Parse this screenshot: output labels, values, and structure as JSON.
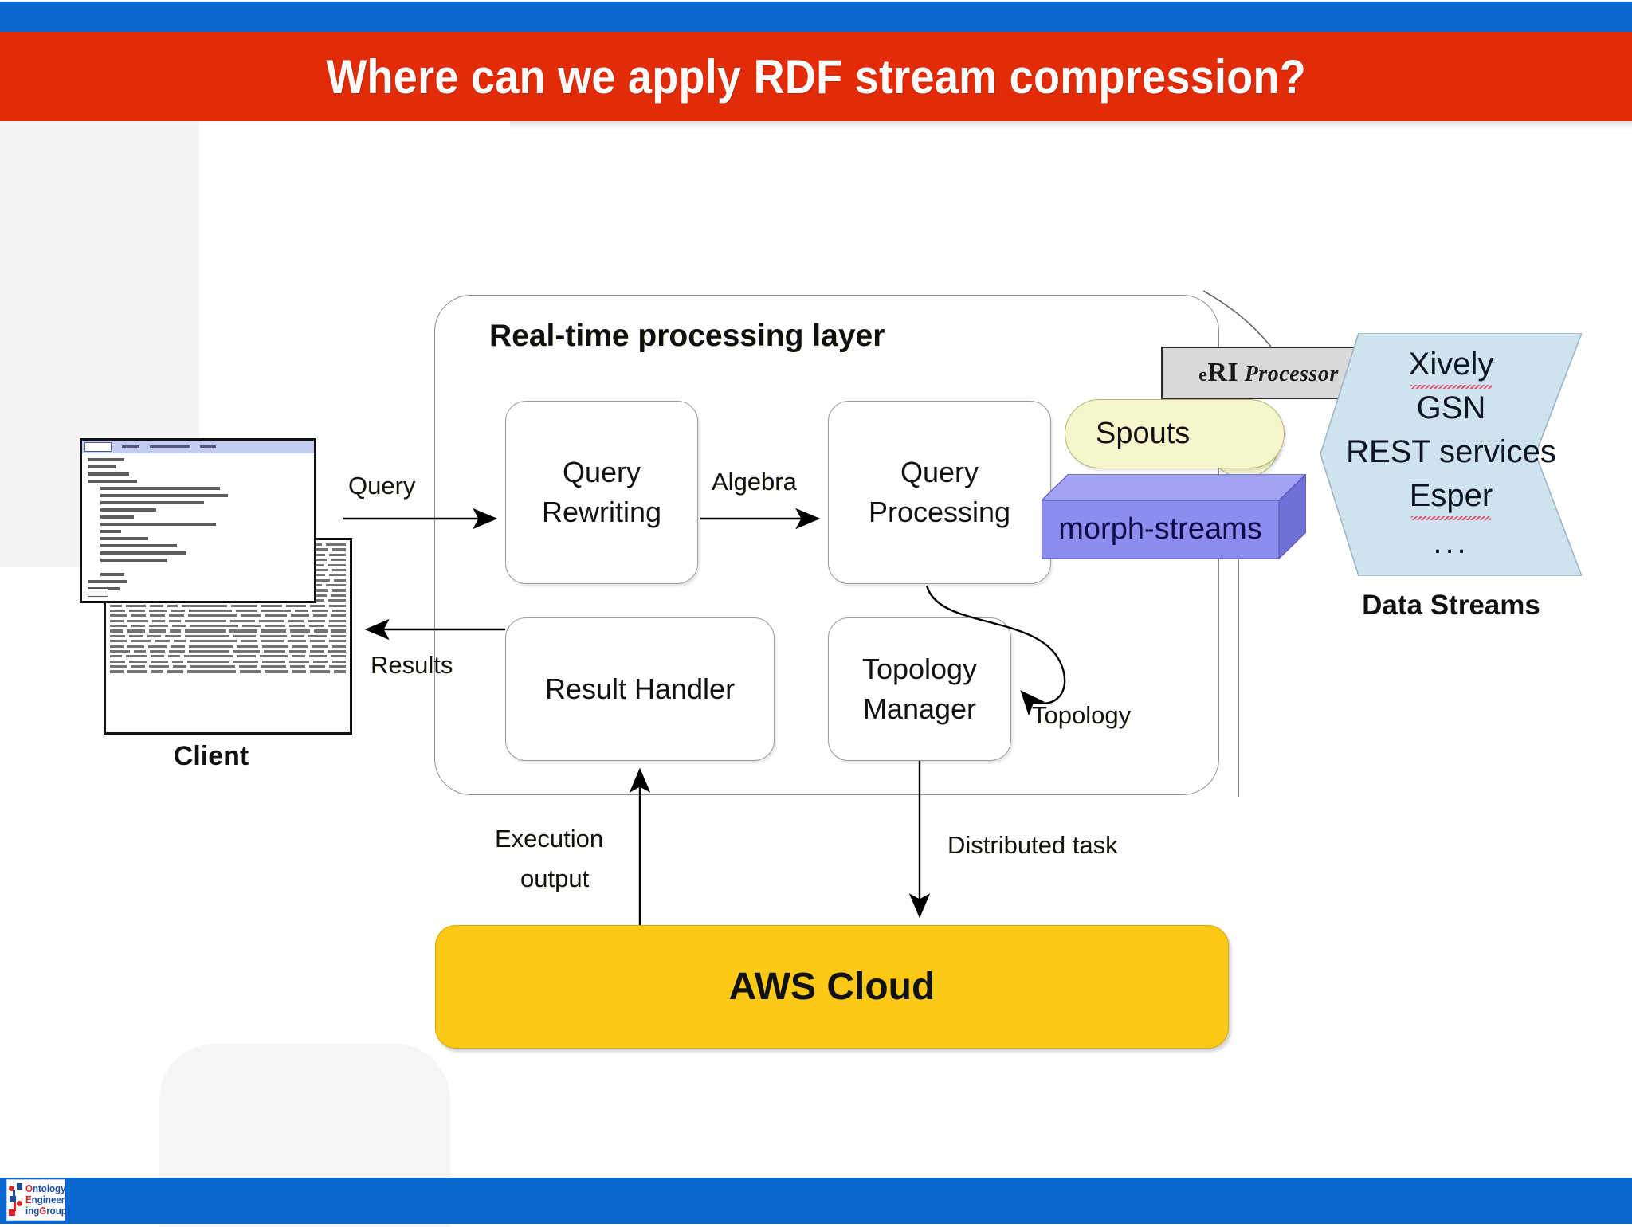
{
  "slide": {
    "title": "Where can we apply RDF stream compression?",
    "colors": {
      "header_blue": "#0a69d0",
      "title_red": "#e22b08",
      "aws_yellow": "#fbc916",
      "spouts_yellow": "#f6f6cd",
      "morph_purple": "#8d8df0",
      "data_streams_blue": "#cfe3ef",
      "eri_gray": "#d9d9d9"
    }
  },
  "diagram": {
    "layer_title": "Real-time processing layer",
    "boxes": {
      "query_rewriting": "Query\nRewriting",
      "query_rewriting_l1": "Query",
      "query_rewriting_l2": "Rewriting",
      "query_processing_l1": "Query",
      "query_processing_l2": "Processing",
      "result_handler": "Result Handler",
      "topology_manager_l1": "Topology",
      "topology_manager_l2": "Manager",
      "aws_cloud": "AWS Cloud"
    },
    "edge_labels": {
      "query": "Query",
      "algebra": "Algebra",
      "results": "Results",
      "topology": "Topology",
      "execution_output_l1": "Execution",
      "execution_output_l2": "output",
      "distributed_task": "Distributed task"
    },
    "client": {
      "label": "Client"
    },
    "spouts": {
      "label": "Spouts"
    },
    "eri_processor": {
      "label_e": "e",
      "label_r": "R",
      "label_i": "I",
      "label_rest": "Processor",
      "full": "eRI Processor"
    },
    "morph_streams": {
      "label": "morph-streams"
    },
    "data_streams": {
      "label": "Data Streams",
      "items": [
        "Xively",
        "GSN",
        "REST services",
        "Esper"
      ],
      "ellipsis": "..."
    }
  },
  "footer": {
    "logo": {
      "line1_cap": "O",
      "line1_rest": "ntology",
      "line2_cap": "E",
      "line2_rest": "ngineer",
      "line3_pre": "ing",
      "line3_cap": "G",
      "line3_rest": "roup"
    }
  }
}
